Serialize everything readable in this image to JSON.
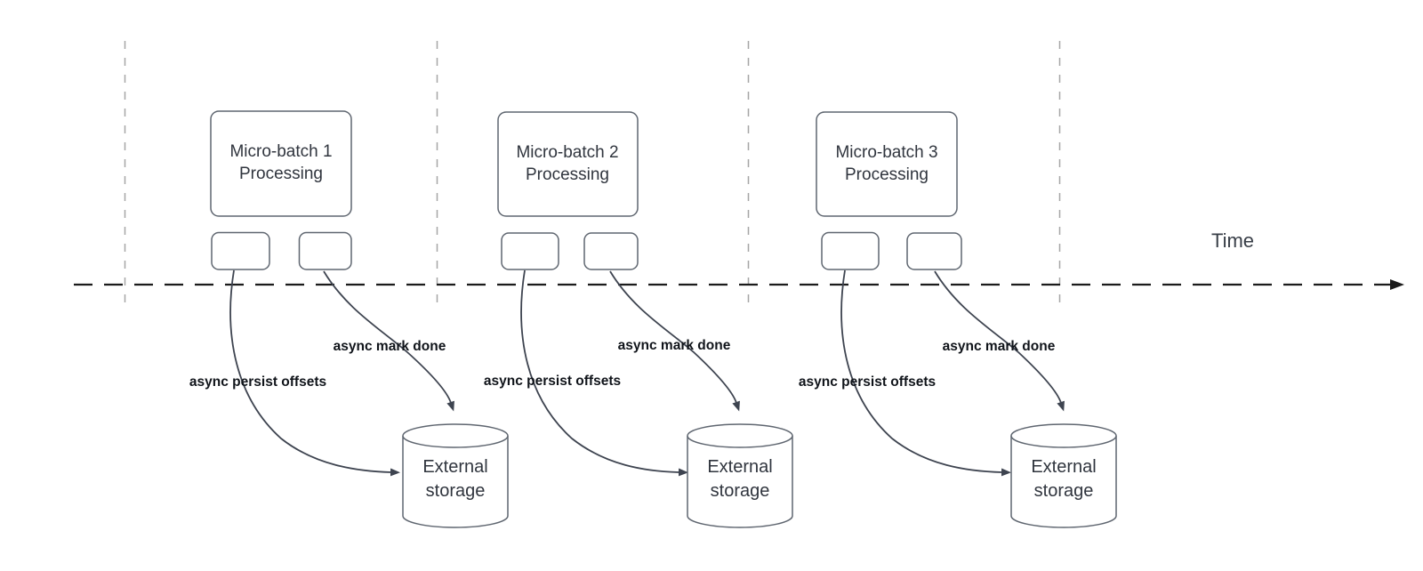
{
  "diagram": {
    "time_axis_label": "Time",
    "colors": {
      "box_border": "#5f6670",
      "curve_stroke": "#3e4450",
      "timeline_stroke": "#1b1b1b",
      "guide_stroke": "#a6a6a6",
      "box_text": "#30353e",
      "label_text": "#10141a",
      "background": "#ffffff"
    },
    "batches": [
      {
        "title_line1": "Micro-batch 1",
        "title_line2": "Processing",
        "persist_label": "async persist offsets",
        "markdone_label": "async mark done",
        "storage_line1": "External",
        "storage_line2": "storage"
      },
      {
        "title_line1": "Micro-batch 2",
        "title_line2": "Processing",
        "persist_label": "async persist offsets",
        "markdone_label": "async mark done",
        "storage_line1": "External",
        "storage_line2": "storage"
      },
      {
        "title_line1": "Micro-batch 3",
        "title_line2": "Processing",
        "persist_label": "async persist offsets",
        "markdone_label": "async mark done",
        "storage_line1": "External",
        "storage_line2": "storage"
      }
    ]
  }
}
